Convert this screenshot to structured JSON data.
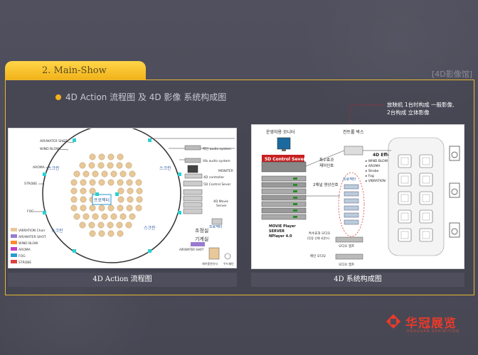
{
  "header": {
    "tab_label": "2. Main-Show",
    "corner_tag": "[4D影像馆]",
    "subheading": "4D Action 流程图 及 4D 影像 系统构成图"
  },
  "note": {
    "line1": "放映机 1台时构成 一般影像,",
    "line2": "2台构成 立体影像"
  },
  "left_diagram": {
    "caption": "4D Action 流程图",
    "legend_left": [
      "AIR/WATER SHOT",
      "WIND BLOW",
      "AROMA",
      "STROBE",
      "FOG"
    ],
    "legend_box": [
      "VIBRATION Chair",
      "AIR/WATER SHOT",
      "WIND BLOW",
      "AROMA",
      "FOG",
      "STROBE"
    ],
    "legend_box_colors": [
      "#e8c898",
      "#9a7ad0",
      "#ff8a2a",
      "#c040c0",
      "#2a9ad0",
      "#e04040"
    ],
    "circle_labels": [
      "스크린",
      "스크린",
      "스크린",
      "스크린"
    ],
    "center_label": "프로젝터",
    "equipment": [
      "메인 audio system",
      "Vib audio system",
      "MONITER",
      "4D controller",
      "5D Control Sever",
      "4D Movie Server",
      "프로젝터"
    ],
    "control_room": [
      "조정실",
      "기계실"
    ],
    "bottom_right": [
      "AIR/WATER SHOT",
      "헤어풍연유식",
      "우드쉐인"
    ]
  },
  "right_diagram": {
    "caption": "4D 系统构成图",
    "monitor_label": "운영자용 모니터",
    "server_label": "5D Control Sever",
    "control_box_label": "컨트롤 박스",
    "effects_title": "4D Effects",
    "effects": [
      "WIND BLOW",
      "AROMA",
      "Strobe",
      "Fog",
      "VIBRATION"
    ],
    "special_signal": "특수효과\n제어신호",
    "channel_signal": "2채널 영상신호",
    "projector_label": "프로젝터",
    "movie_server": [
      "MOVIE Player",
      "SERVER",
      "NPlayer 4.0"
    ],
    "audio_special": "특수효과 오디오",
    "audio_special_sub": "(진동 신체 사운드)",
    "audio_amp1": "오디오 앰프",
    "audio_main": "메인 오디오",
    "audio_amp2": "오디오 앰프"
  },
  "brand": {
    "name": "华冠展览",
    "sub": "HUAGUAN EXHIBITION"
  },
  "colors": {
    "accent": "#f2b21a",
    "frame": "#e8b830",
    "brand_red": "#e83a2a"
  }
}
